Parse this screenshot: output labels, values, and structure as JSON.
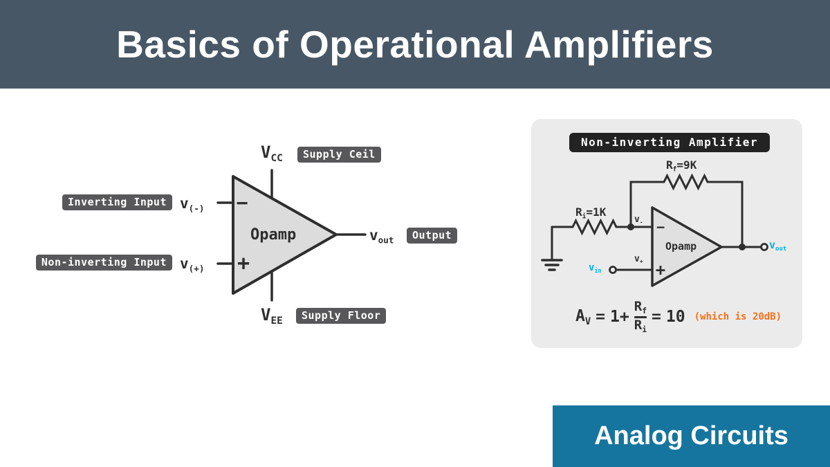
{
  "header": {
    "title": "Basics of Operational Amplifiers"
  },
  "footer": {
    "label": "Analog Circuits"
  },
  "colors": {
    "header_bg": "#475766",
    "footer_bg": "#16759e",
    "panel_bg": "#ebebeb",
    "badge_bg": "#58585a",
    "title_badge_bg": "#232323",
    "ink": "#2e2e2e",
    "triangle_fill": "#dcdcdc",
    "signal_cyan": "#00b0e6",
    "note_orange": "#f2711c"
  },
  "basic": {
    "inverting_badge": "Inverting Input",
    "noninverting_badge": "Non-inverting Input",
    "supply_ceil_badge": "Supply Ceil",
    "supply_floor_badge": "Supply Floor",
    "output_badge": "Output",
    "vcc": {
      "base": "V",
      "sub": "CC"
    },
    "vee": {
      "base": "V",
      "sub": "EE"
    },
    "v_inverting": {
      "base": "v",
      "sub": "(-)"
    },
    "v_noninverting": {
      "base": "v",
      "sub": "(+)"
    },
    "vout": {
      "base": "v",
      "sub": "out"
    },
    "opamp": "Opamp",
    "minus_marker": "−",
    "plus_marker": "+"
  },
  "amp": {
    "title": "Non-inverting Amplifier",
    "rf": {
      "base": "R",
      "sub": "f",
      "value": "=9K"
    },
    "ri": {
      "base": "R",
      "sub": "i",
      "value": "=1K"
    },
    "v_minus": {
      "base": "v",
      "sub": "-"
    },
    "v_plus": {
      "base": "v",
      "sub": "+"
    },
    "vin": {
      "base": "v",
      "sub": "in"
    },
    "vout": {
      "base": "v",
      "sub": "out"
    },
    "opamp": "Opamp",
    "minus_marker": "−",
    "plus_marker": "+",
    "formula": {
      "gain_base": "A",
      "gain_sub": "V",
      "eq1": "=",
      "one_plus": "1+",
      "num_base": "R",
      "num_sub": "f",
      "den_base": "R",
      "den_sub": "i",
      "eq2": "=",
      "result": "10",
      "note": "(which is 20dB)"
    }
  }
}
